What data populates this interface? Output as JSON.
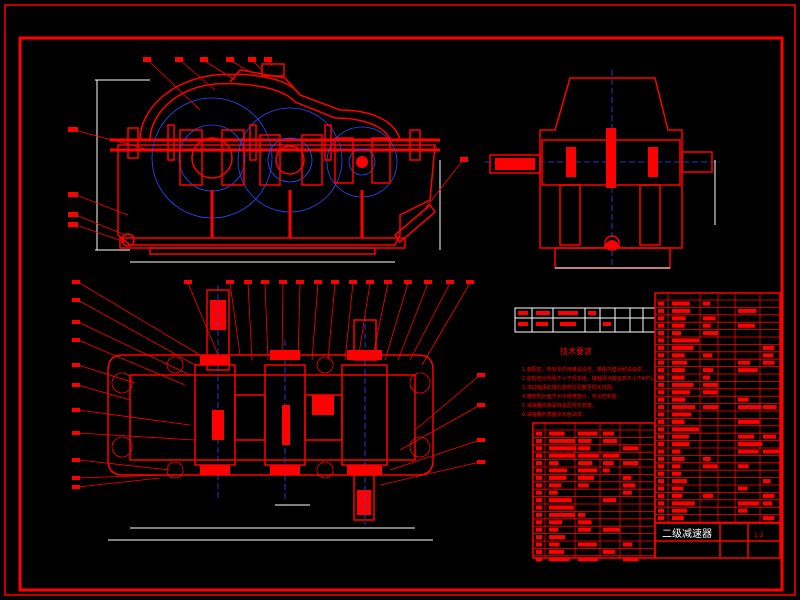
{
  "drawing": {
    "title": "二级减速器",
    "scale_label": "1:2",
    "tech_requirements_title": "技术要求",
    "tech_requirements": [
      "1.装配前，所有零件用煤油清洗，箱体内壁涂耐油油漆。",
      "2.齿轮啮合侧隙不小于规定值，接触斑点按齿高不小于40%。",
      "3.滚动轴承的轴向游隙应调整至规定范围。",
      "4.箱体剖分面不允许使用垫片，可涂密封胶。",
      "5.减速器内装润滑油至规定高度。",
      "6.减速器外表面涂灰色油漆。"
    ]
  },
  "colors": {
    "background": "#000000",
    "linework": "#ff0000",
    "centerlines": "#2a4bff",
    "annotations": "#ffffff"
  }
}
